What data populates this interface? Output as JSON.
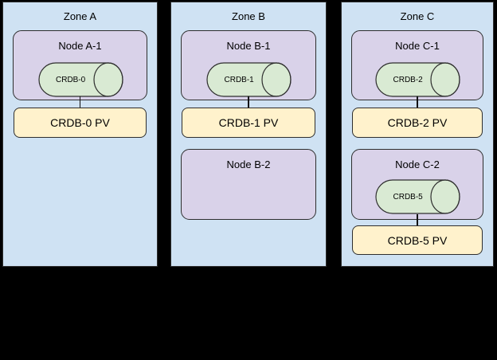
{
  "diagram": {
    "background": "#000000",
    "colors": {
      "zone_fill": "#cfe2f3",
      "node_fill": "#d9d2e9",
      "cylinder_fill": "#d9ead3",
      "pv_fill": "#fff2cc",
      "stroke": "#2e2e2e"
    }
  },
  "zones": [
    {
      "label": "Zone A",
      "nodes": [
        {
          "label": "Node A-1",
          "cylinder": "CRDB-0"
        }
      ],
      "pvs": [
        {
          "label": "CRDB-0 PV"
        }
      ]
    },
    {
      "label": "Zone B",
      "nodes": [
        {
          "label": "Node B-1",
          "cylinder": "CRDB-1"
        },
        {
          "label": "Node B-2"
        }
      ],
      "pvs": [
        {
          "label": "CRDB-1 PV"
        }
      ]
    },
    {
      "label": "Zone C",
      "nodes": [
        {
          "label": "Node C-1",
          "cylinder": "CRDB-2"
        },
        {
          "label": "Node C-2",
          "cylinder": "CRDB-5"
        }
      ],
      "pvs": [
        {
          "label": "CRDB-2 PV"
        },
        {
          "label": "CRDB-5 PV"
        }
      ]
    }
  ]
}
